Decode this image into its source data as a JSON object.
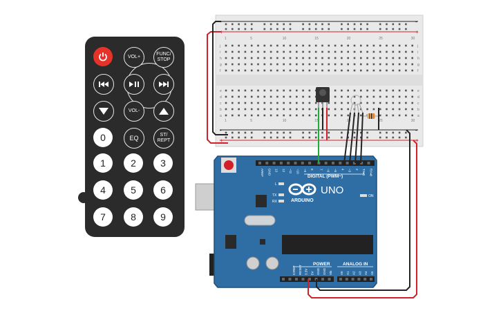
{
  "remote": {
    "buttons": [
      {
        "key": "power",
        "label": "",
        "icon": "power-icon"
      },
      {
        "key": "vol_up",
        "label": "VOL+"
      },
      {
        "key": "func_stop",
        "label": "FUNC/\nSTOP"
      },
      {
        "key": "prev",
        "label": "",
        "icon": "rewind-icon"
      },
      {
        "key": "play_pause",
        "label": "",
        "icon": "play-pause-icon"
      },
      {
        "key": "next",
        "label": "",
        "icon": "fast-forward-icon"
      },
      {
        "key": "down",
        "label": "",
        "icon": "triangle-down-icon"
      },
      {
        "key": "vol_down",
        "label": "VOL-"
      },
      {
        "key": "up",
        "label": "",
        "icon": "triangle-up-icon"
      },
      {
        "key": "zero",
        "label": "0"
      },
      {
        "key": "eq",
        "label": "EQ"
      },
      {
        "key": "st_rept",
        "label": "ST/\nREPT"
      },
      {
        "key": "one",
        "label": "1"
      },
      {
        "key": "two",
        "label": "2"
      },
      {
        "key": "three",
        "label": "3"
      },
      {
        "key": "four",
        "label": "4"
      },
      {
        "key": "five",
        "label": "5"
      },
      {
        "key": "six",
        "label": "6"
      },
      {
        "key": "seven",
        "label": "7"
      },
      {
        "key": "eight",
        "label": "8"
      },
      {
        "key": "nine",
        "label": "9"
      }
    ]
  },
  "breadboard": {
    "rail_plus": "+",
    "rail_minus": "-",
    "column_numbers": [
      "1",
      "5",
      "10",
      "15",
      "20",
      "25",
      "30"
    ],
    "row_letters_top": [
      "j",
      "i",
      "h",
      "g",
      "f"
    ],
    "row_letters_bottom": [
      "e",
      "d",
      "c",
      "b",
      "a"
    ]
  },
  "arduino": {
    "brand": "ARDUINO",
    "model": "UNO",
    "digital_label": "DIGITAL (PWM~)",
    "digital_pins": [
      "AREF",
      "GND",
      "13",
      "12",
      "~11",
      "~10",
      "~9",
      "8",
      "7",
      "~6",
      "~5",
      "4",
      "~3",
      "2",
      "TX▸1",
      "RX◂0"
    ],
    "power_label": "POWER",
    "power_pins": [
      "IOREF",
      "RESET",
      "3.3V",
      "5V",
      "GND",
      "GND",
      "Vin"
    ],
    "analog_label": "ANALOG IN",
    "analog_pins": [
      "A0",
      "A1",
      "A2",
      "A3",
      "A4",
      "A5"
    ],
    "led_labels": [
      "L",
      "TX",
      "RX"
    ],
    "on_label": "ON"
  },
  "colors": {
    "board": "#2e6ea4",
    "board_edge": "#1e4f7c",
    "wire_red": "#d2202a",
    "wire_black": "#222222",
    "wire_green": "#1faa3a",
    "breadboard": "#e9e9e9"
  }
}
